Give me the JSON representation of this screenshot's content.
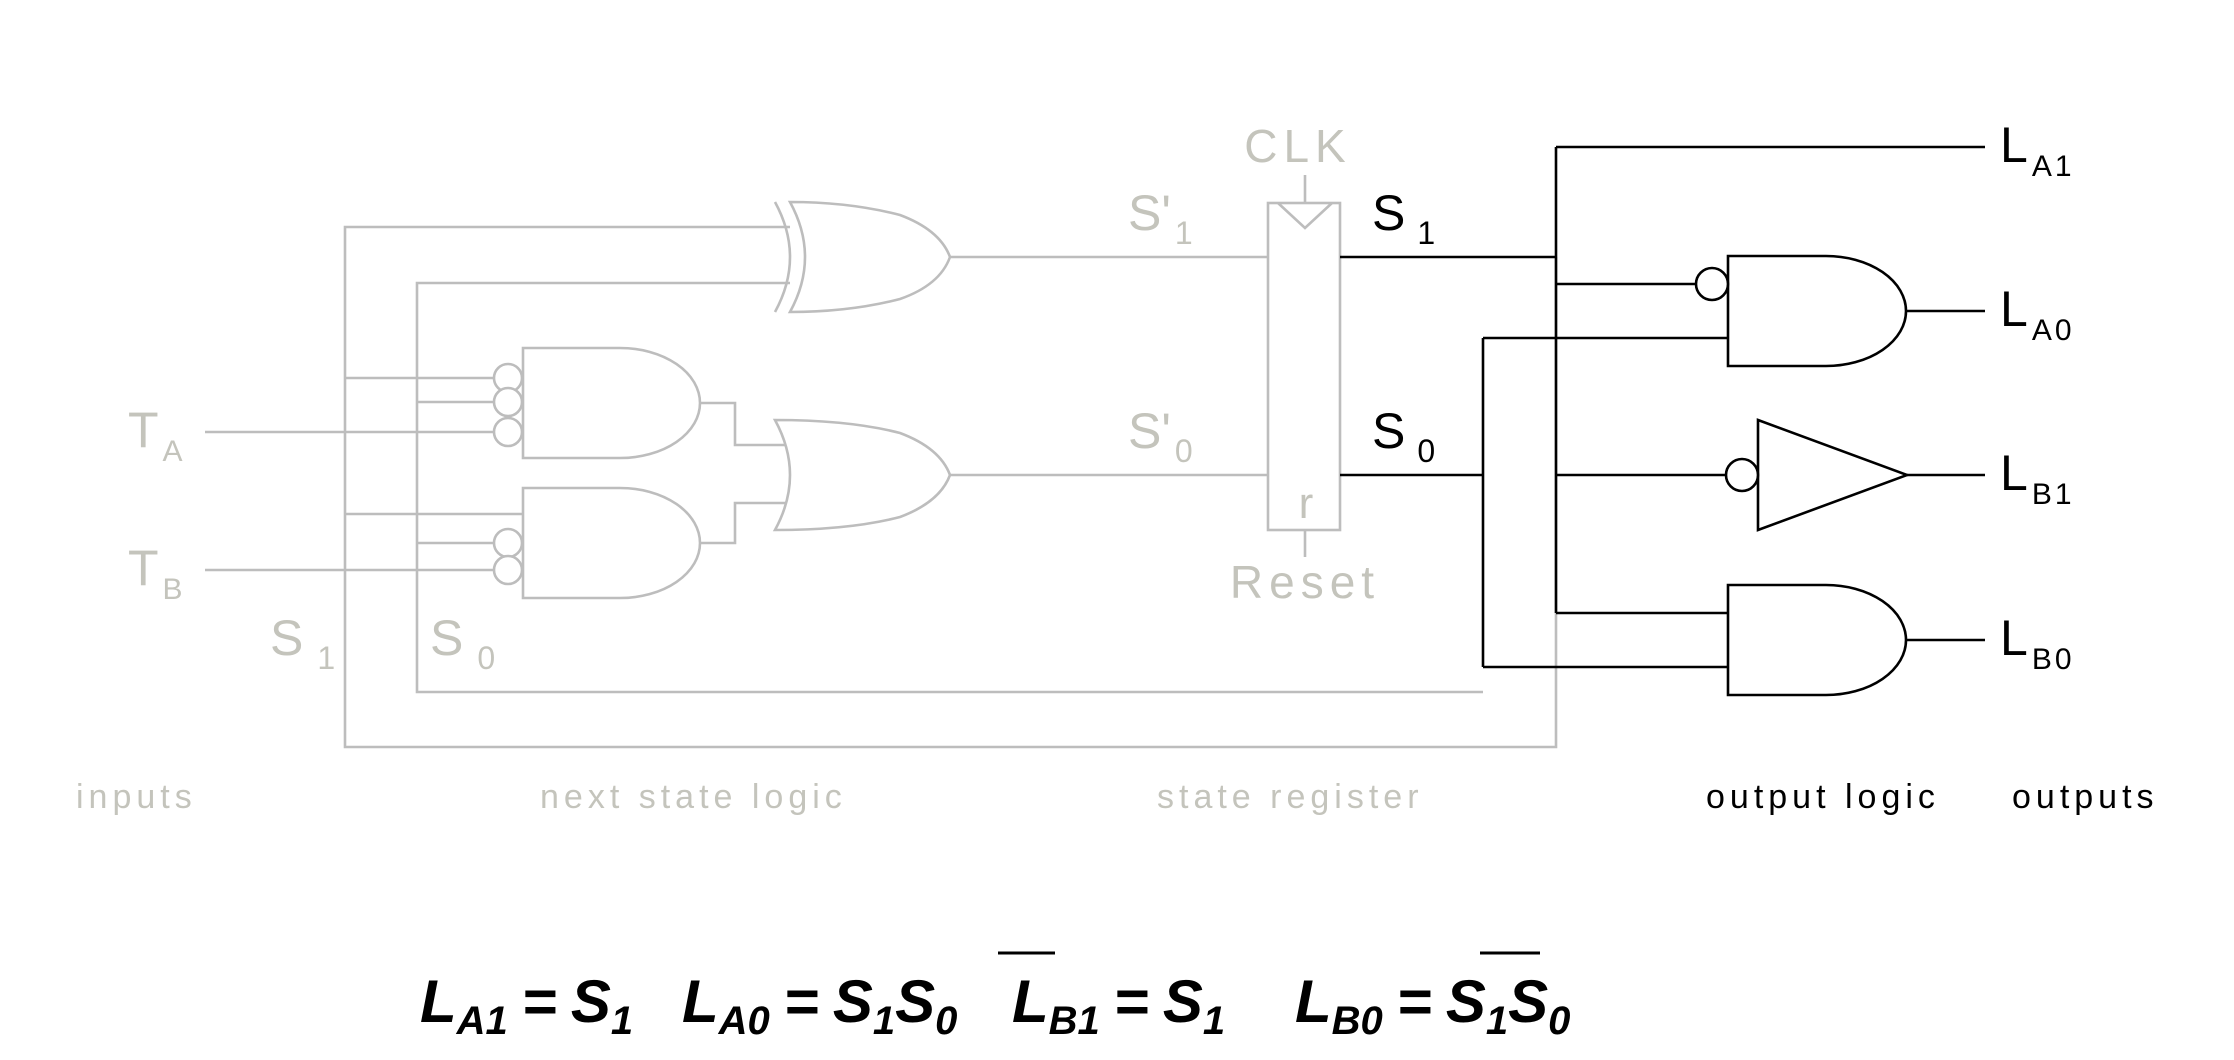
{
  "labels": {
    "clk": "CLK",
    "reset": "Reset",
    "r": "r",
    "s1_next": {
      "main": "S'",
      "sub": "1"
    },
    "s0_next": {
      "main": "S'",
      "sub": "0"
    },
    "s1_out": {
      "main": "S",
      "sub": "1"
    },
    "s0_out": {
      "main": "S",
      "sub": "0"
    },
    "ta": {
      "main": "T",
      "sub": "A"
    },
    "tb": {
      "main": "T",
      "sub": "B"
    },
    "s1_in": {
      "main": "S",
      "sub": "1"
    },
    "s0_in": {
      "main": "S",
      "sub": "0"
    },
    "la1": {
      "main": "L",
      "sub": "A1"
    },
    "la0": {
      "main": "L",
      "sub": "A0"
    },
    "lb1": {
      "main": "L",
      "sub": "B1"
    },
    "lb0": {
      "main": "L",
      "sub": "B0"
    }
  },
  "sections": {
    "inputs": "inputs",
    "next_state_logic": "next state logic",
    "state_register": "state register",
    "output_logic": "output logic",
    "outputs": "outputs"
  },
  "equations": {
    "la1": {
      "lhs": "L",
      "lhs_sub": "A1",
      "rhs": "S",
      "rhs_sub": "1"
    },
    "la0": {
      "lhs": "L",
      "lhs_sub": "A0",
      "rhs1": "S",
      "rhs1_sub": "1",
      "rhs2": "S",
      "rhs2_sub": "0"
    },
    "lb1": {
      "lhs": "L",
      "lhs_sub": "B1",
      "rhs": "S",
      "rhs_sub": "1"
    },
    "lb0": {
      "lhs": "L",
      "lhs_sub": "B0",
      "rhs1": "S",
      "rhs1_sub": "1",
      "rhs2": "S",
      "rhs2_sub": "0"
    },
    "eq_sign": "="
  },
  "colors": {
    "faded": "#bdbdbd",
    "active": "#000000"
  }
}
